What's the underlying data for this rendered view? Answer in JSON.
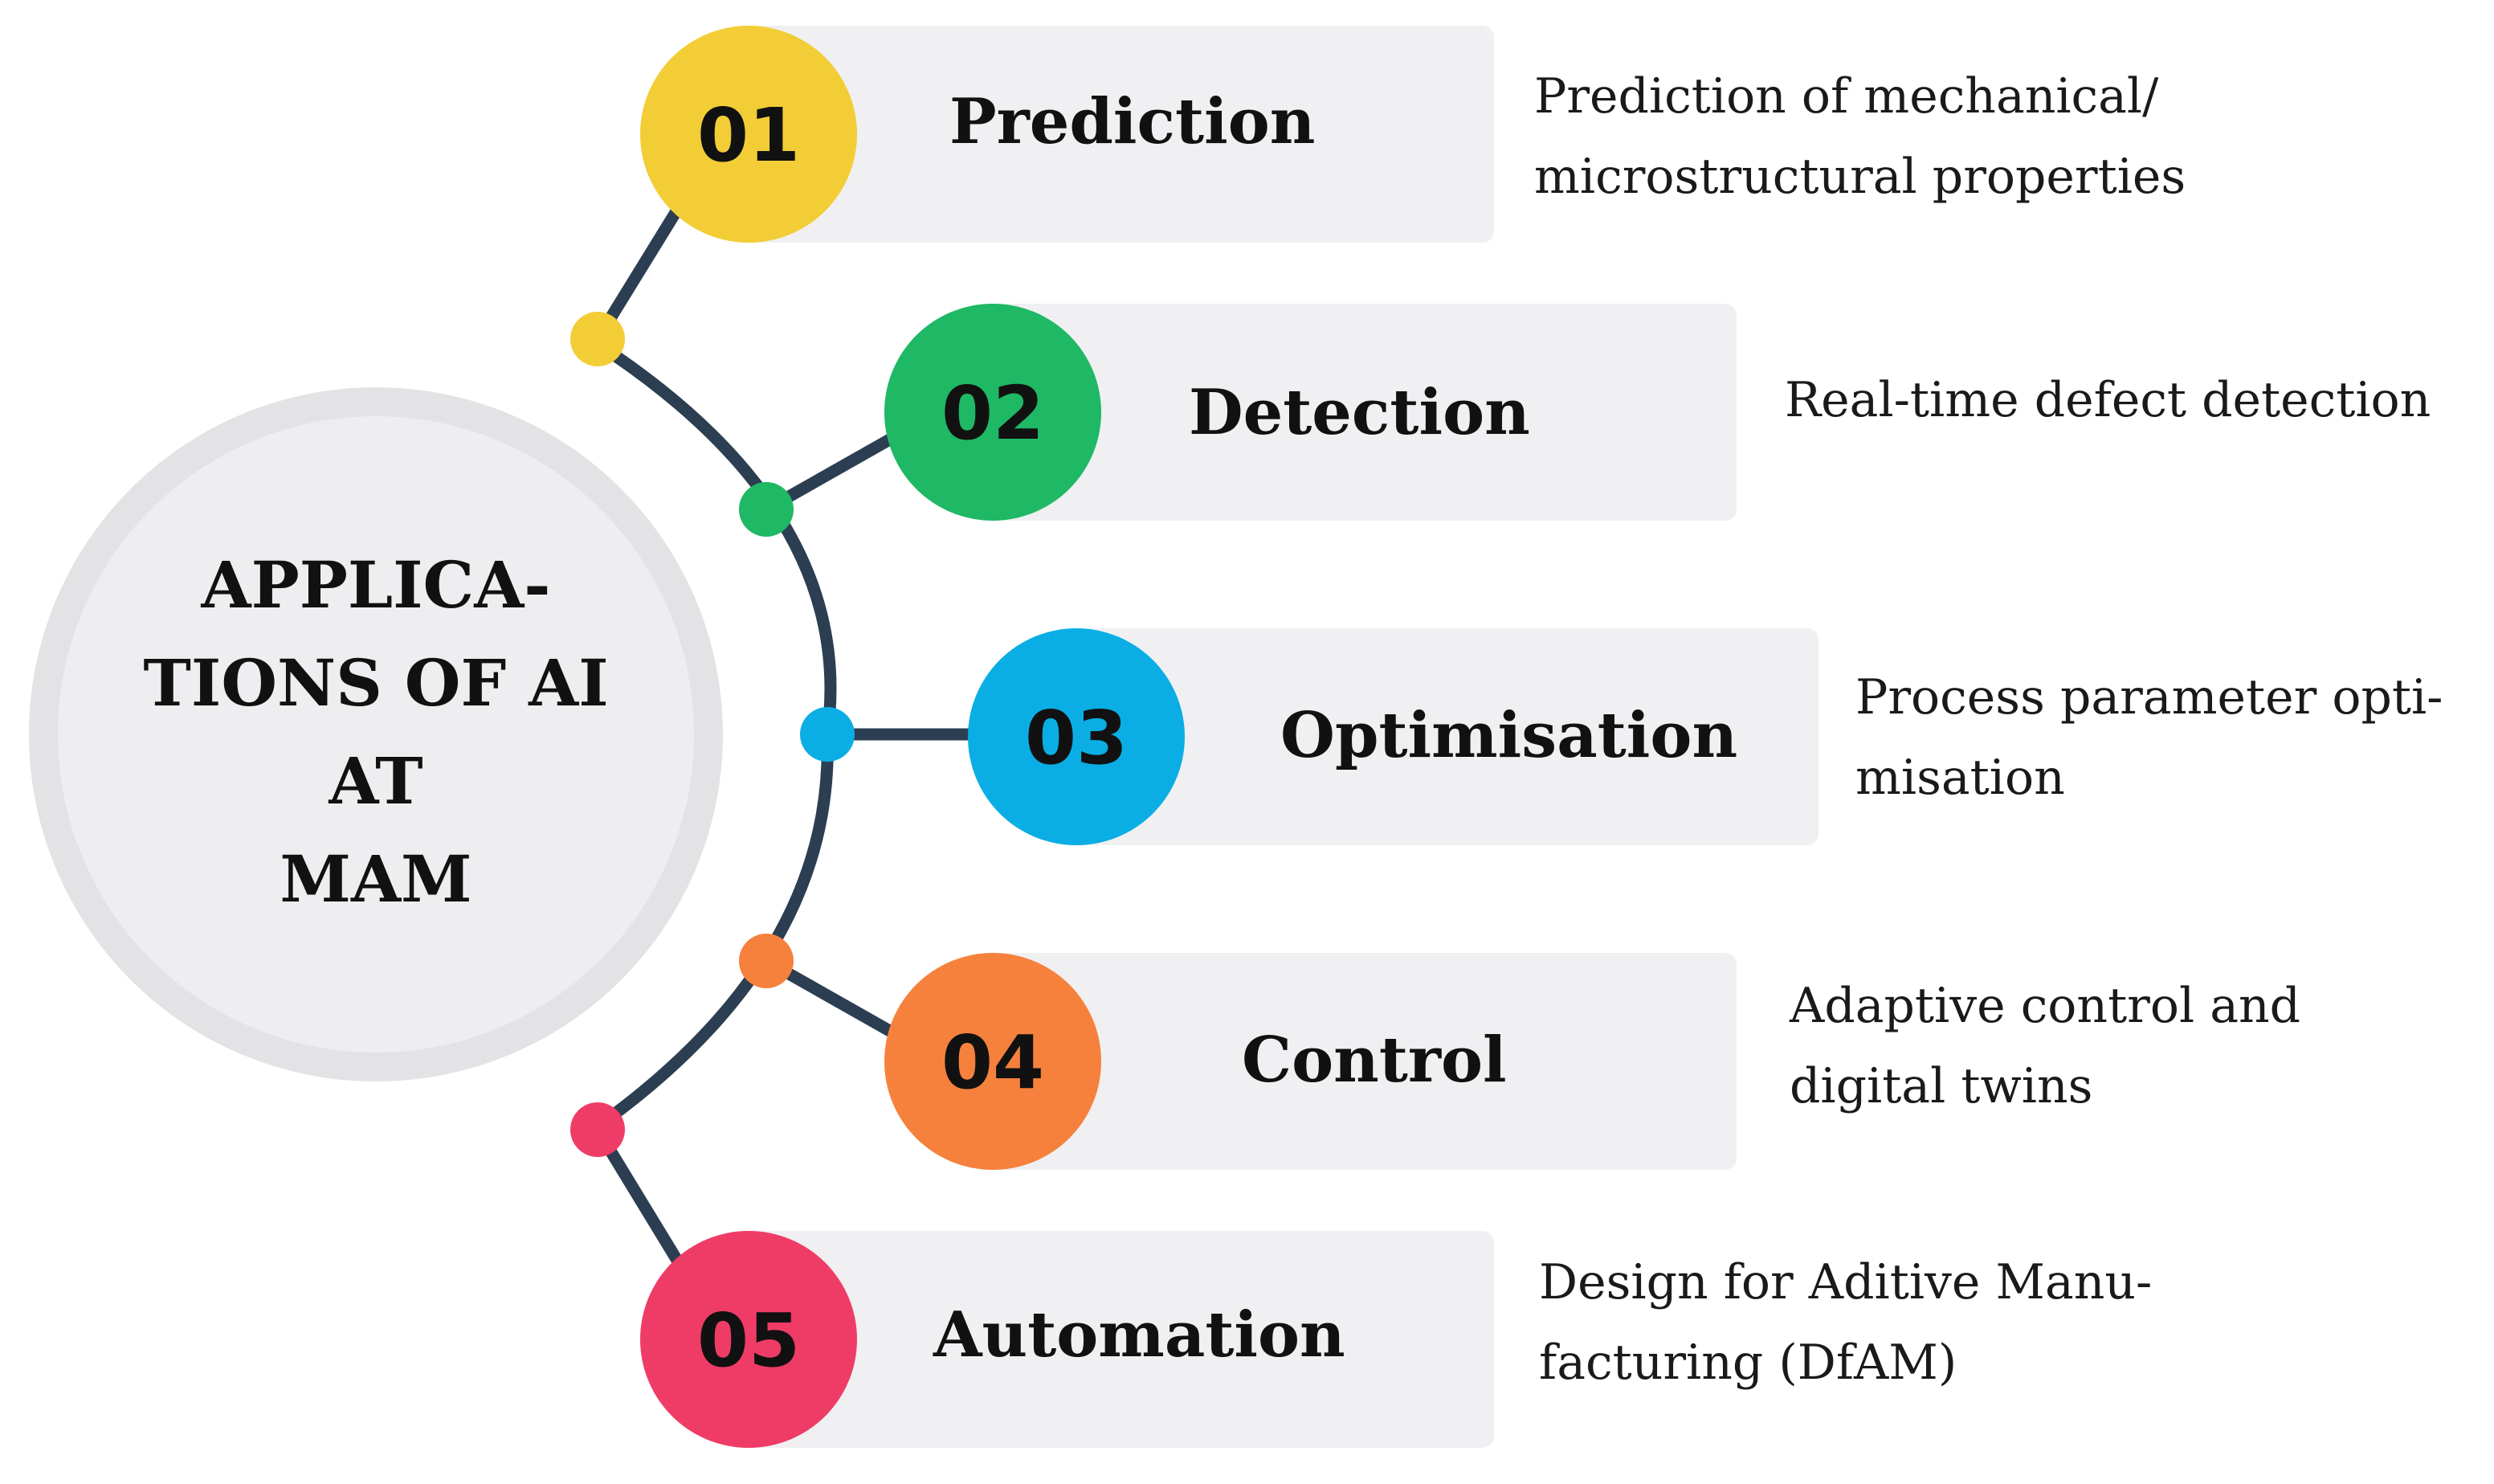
{
  "hub": {
    "title_lines": [
      "APPLICA-",
      "TIONS OF AI",
      "AT",
      "MAM"
    ]
  },
  "items": [
    {
      "number": "01",
      "label": "Prediction",
      "description_lines": [
        "Prediction of mechanical/",
        "microstructural properties"
      ],
      "color": "#f2cd36"
    },
    {
      "number": "02",
      "label": "Detection",
      "description_lines": [
        "Real-time defect detection"
      ],
      "color": "#1fb864"
    },
    {
      "number": "03",
      "label": "Optimisation",
      "description_lines": [
        "Process parameter opti-",
        "misation"
      ],
      "color": "#0aaee4"
    },
    {
      "number": "04",
      "label": "Control",
      "description_lines": [
        "Adaptive control and",
        "digital twins"
      ],
      "color": "#f5813d"
    },
    {
      "number": "05",
      "label": "Automation",
      "description_lines": [
        "Design for Aditive Manu-",
        "facturing (DfAM)"
      ],
      "color": "#ef3c66"
    }
  ],
  "colors": {
    "connector": "#2b3e52",
    "card_background": "#f0f0f2",
    "hub_fill": "#eeeef0",
    "hub_ring": "#e3e3e6"
  }
}
